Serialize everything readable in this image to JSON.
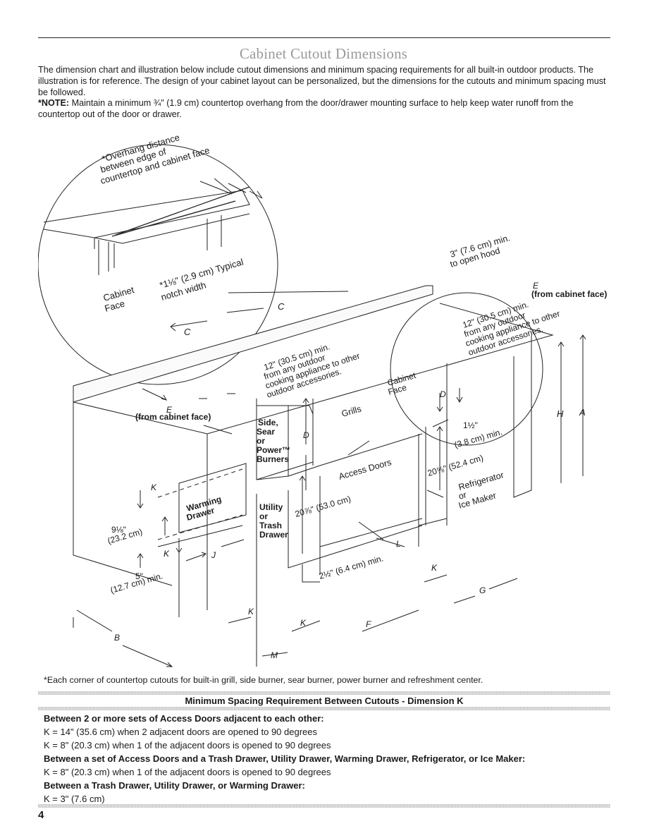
{
  "title": "Cabinet Cutout Dimensions",
  "intro": "The dimension chart and illustration below include cutout dimensions and minimum spacing requirements for all built-in outdoor products. The illustration is for reference. The design of your cabinet layout can be personalized, but the dimensions for the cutouts and minimum spacing must be followed.",
  "note": {
    "label": "*NOTE:",
    "text": " Maintain a minimum ¾\" (1.9 cm) countertop overhang from the door/drawer mounting surface to help keep water runoff from the countertop out of the door or drawer."
  },
  "diagram": {
    "overhang_1": "*Overhang distance",
    "overhang_2": "between edge of",
    "overhang_3": "countertop and cabinet face",
    "notch_1": "*1⅛\" (2.9 cm) Typical",
    "notch_2": "notch width",
    "cabinet_face_1": "Cabinet",
    "cabinet_face_2": "Face",
    "hood_1": "3\" (7.6 cm) min.",
    "hood_2": "to open hood",
    "dim_e": "E",
    "from_cabinet_face": "(from cabinet face)",
    "right_min_1": "12\" (30.5 cm) min.",
    "right_min_2": "from any outdoor",
    "right_min_3": "cooking appliance to other",
    "right_min_4": "outdoor accessories.",
    "dim_c": "C",
    "mid_min_1": "12\" (30.5 cm) min.",
    "mid_min_2": "from any outdoor",
    "mid_min_3": "cooking appliance to other",
    "mid_min_4": "outdoor accessories.",
    "grills": "Grills",
    "side_1": "Side,",
    "side_2": "Sear",
    "side_3": "or",
    "side_4": "Power™",
    "side_5": "Burners",
    "dim_d": "D",
    "dim_h": "H",
    "dim_a": "A",
    "one_half_1": "1½\"",
    "one_half_2": "(3.8 cm) min.",
    "dim_2058": "20⅝\" (52.4 cm)",
    "refrigerator_1": "Refrigerator",
    "refrigerator_2": "or",
    "refrigerator_3": "Ice Maker",
    "access_doors": "Access Doors",
    "dim_2078": "20⅞\" (53.0 cm)",
    "warming_1": "Warming",
    "warming_2": "Drawer",
    "utility_1": "Utility",
    "utility_2": "or",
    "utility_3": "Trash",
    "utility_4": "Drawer",
    "dim_918_1": "9⅛\"",
    "dim_918_2": "(23.2 cm)",
    "dim_k": "K",
    "dim_j": "J",
    "dim_l": "L",
    "dim_five_1": "5\"",
    "dim_five_2": "(12.7 cm) min.",
    "dim_212": "2½\" (6.4 cm) min.",
    "dim_g": "G",
    "dim_f": "F",
    "dim_b": "B",
    "dim_m": "M"
  },
  "footnote": "*Each corner of countertop cutouts for built-in grill, side burner, sear burner, power burner and refreshment center.",
  "spacing": {
    "title": "Minimum Spacing Requirement Between Cutouts - Dimension K",
    "h1": "Between 2 or more sets of Access Doors adjacent to each other:",
    "r1": "K = 14\" (35.6 cm) when 2 adjacent doors are opened to 90 degrees",
    "r2": "K = 8\" (20.3 cm) when 1 of the adjacent doors is opened to 90 degrees",
    "h2": "Between a set of Access Doors and a Trash Drawer, Utility Drawer, Warming Drawer, Refrigerator, or Ice Maker:",
    "r3": "K = 8\" (20.3 cm) when 1 of the adjacent doors is opened to 90 degrees",
    "h3": "Between a Trash Drawer, Utility Drawer, or Warming Drawer:",
    "r4": "K = 3\" (7.6 cm)"
  },
  "page_number": "4"
}
